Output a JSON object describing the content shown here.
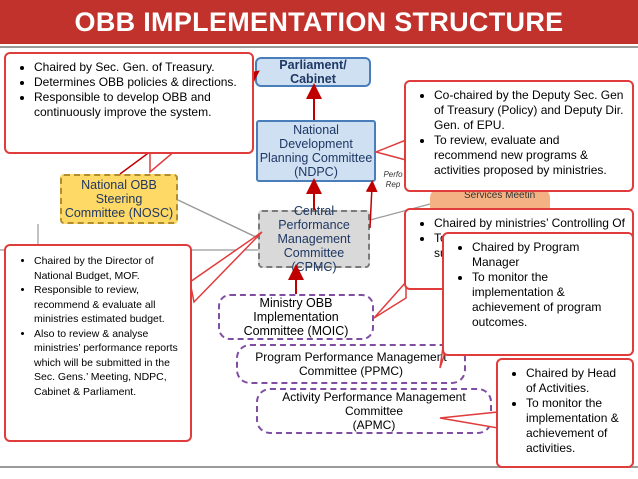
{
  "header": {
    "title": "OBB IMPLEMENTATION STRUCTURE"
  },
  "colors": {
    "header_bg": "#c0322b",
    "callout_border": "#e03c3c",
    "arrow": "#c00000",
    "committee_blue": "#cfe0f3",
    "nosc_yellow": "#ffd966",
    "cpmc_grey": "#d9d9d9",
    "moic_dash": "#7f4ea3"
  },
  "committees": {
    "parliament": "Parliament/ Cabinet",
    "ndpc": [
      "National Development",
      "Planning Committee",
      "(NDPC)"
    ],
    "nosc": [
      "National OBB Steering",
      "Committee (NOSC)"
    ],
    "cpmc": [
      "Central Performance",
      "Management",
      "Committee (CPMC)"
    ],
    "moic": [
      "Ministry OBB Implementation",
      "Committee (MOIC)"
    ],
    "ppmc": "Program Performance Management Committee (PPMC)",
    "apmc": [
      "Activity Performance Management Committee",
      "(APMC)"
    ],
    "perf_fragment": [
      "Perfo",
      "Rep"
    ],
    "services_fragment": "Services Meetin"
  },
  "callouts": {
    "treasury": [
      "Chaired by Sec. Gen. of Treasury.",
      "Determines OBB policies & directions.",
      "Responsible to develop OBB and continuously improve the system."
    ],
    "ndpc": [
      "Co-chaired by the Deputy Sec. Gen of Treasury (Policy) and Deputy Dir. Gen. of EPU.",
      "To review, evaluate and recommend new programs & activities proposed by ministries."
    ],
    "budget": [
      "Chaired by the Director of National Budget, MOF.",
      "Responsible to review, recommend & evaluate all ministries estimated budget.",
      "Also to review & analyse ministries’ performance reports which will be submitted in the Sec. Gens.’ Meeting, NDPC, Cabinet & Parliament."
    ],
    "moic_behind": [
      "Chaired by ministries’ Controlling Of",
      "To",
      "su"
    ],
    "program": [
      "Chaired by Program Manager",
      "To monitor the implementation & achievement of program outcomes."
    ],
    "activity": [
      "Chaired by Head of Activities.",
      "To monitor the implementation & achievement of activities."
    ]
  }
}
